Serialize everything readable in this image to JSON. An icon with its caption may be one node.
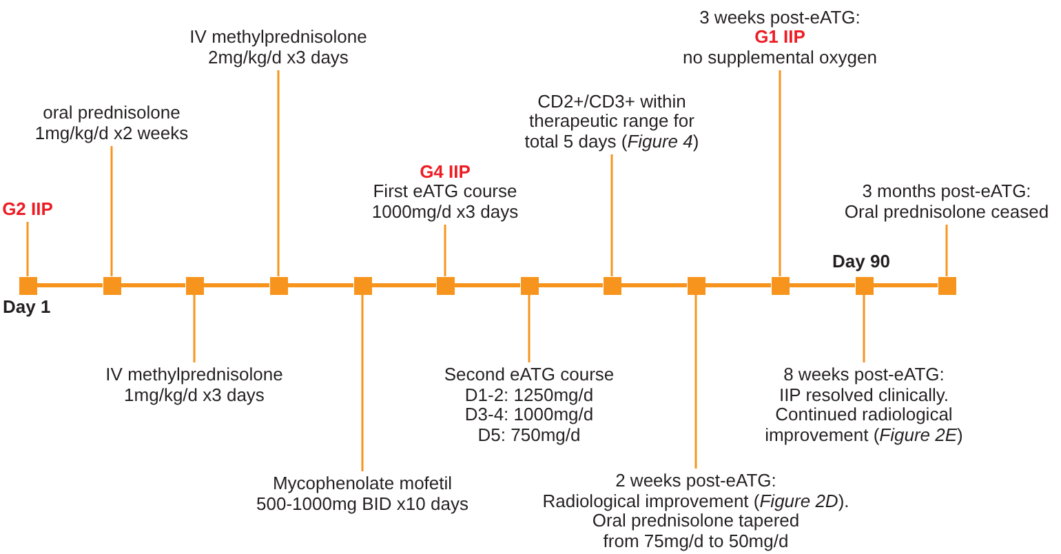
{
  "diagram": {
    "nodes": [
      {
        "text": [],
        "shape": "box",
        "beside": [
          "Day 1"
        ]
      },
      {
        "text": [],
        "shape": "box"
      },
      {
        "text": [],
        "shape": "box"
      },
      {
        "text": [],
        "shape": "box"
      },
      {
        "text": [],
        "shape": "box"
      },
      {
        "text": [],
        "shape": "box"
      },
      {
        "text": [],
        "shape": "box"
      },
      {
        "text": [],
        "shape": "box"
      },
      {
        "text": [],
        "shape": "box"
      },
      {
        "text": [],
        "shape": "box"
      },
      {
        "text": [],
        "shape": "box",
        "beside": [
          "Day 90"
        ]
      },
      {
        "text": [],
        "shape": "box"
      },
      {
        "text": [
          "**G2 IIP**"
        ]
      },
      {
        "text": [
          "oral prednisolone 1mg/kg/d x2 weeks"
        ]
      },
      {
        "text": [
          "IV methylprednisolone 1mg/kg/d x3 days"
        ]
      },
      {
        "text": [
          "IV methylprednisolone 2mg/kg/d x3 days"
        ]
      },
      {
        "text": [
          "Mycophenolate mofetil 500-1000mg BID x10 days"
        ]
      },
      {
        "text": [
          "**G4 IIP**",
          "First eATG course 1000mg/d x3 days"
        ]
      },
      {
        "text": [
          "Second eATG course",
          "D1-2: 1250mg/d",
          "D3-4: 1000mg/d",
          "D5: 750mg/d"
        ]
      },
      {
        "text": [
          "CD2+/CD3+ within therapeutic range for total 5 days (*Figure 4*)"
        ]
      },
      {
        "text": [
          "2 weeks post-eATG:",
          "Radiological improvement (*Figure 2D*).",
          "Oral prednisolone tapered from 75mg/d to 50mg/d"
        ]
      },
      {
        "text": [
          "3 weeks post-eATG:",
          "**G1 IIP**",
          "no supplemental oxygen"
        ]
      },
      {
        "text": [
          "8 weeks post-eATG:",
          "IIP resolved clinically.",
          "Continued radiological improvement (*Figure 2E*)"
        ]
      },
      {
        "text": [
          "3 months post-eATG:",
          "Oral prednisolone ceased"
        ]
      }
    ],
    "edges": [
      {
        "from": 12,
        "to": 0,
        "arrow": "none"
      },
      {
        "from": 13,
        "to": 1,
        "arrow": "none"
      },
      {
        "from": 14,
        "to": 2,
        "arrow": "none"
      },
      {
        "from": 15,
        "to": 3,
        "arrow": "none"
      },
      {
        "from": 16,
        "to": 4,
        "arrow": "none"
      },
      {
        "from": 17,
        "to": 5,
        "arrow": "none"
      },
      {
        "from": 18,
        "to": 6,
        "arrow": "none"
      },
      {
        "from": 19,
        "to": 7,
        "arrow": "none"
      },
      {
        "from": 20,
        "to": 8,
        "arrow": "none"
      },
      {
        "from": 21,
        "to": 9,
        "arrow": "none"
      },
      {
        "from": 22,
        "to": 10,
        "arrow": "none"
      },
      {
        "from": 23,
        "to": 11,
        "arrow": "none"
      },
      {
        "from": 0,
        "to": 1,
        "arrow": "none",
        "style": "thick"
      },
      {
        "from": 1,
        "to": 2,
        "arrow": "none",
        "style": "thick"
      },
      {
        "from": 2,
        "to": 3,
        "arrow": "none",
        "style": "thick"
      },
      {
        "from": 3,
        "to": 4,
        "arrow": "none",
        "style": "thick"
      },
      {
        "from": 4,
        "to": 5,
        "arrow": "none",
        "style": "thick"
      },
      {
        "from": 5,
        "to": 6,
        "arrow": "none",
        "style": "thick"
      },
      {
        "from": 6,
        "to": 7,
        "arrow": "none",
        "style": "thick"
      },
      {
        "from": 7,
        "to": 8,
        "arrow": "none",
        "style": "thick"
      },
      {
        "from": 8,
        "to": 9,
        "arrow": "none",
        "style": "thick"
      },
      {
        "from": 9,
        "to": 10,
        "arrow": "none",
        "style": "thick"
      },
      {
        "from": 10,
        "to": 11,
        "arrow": "none",
        "style": "thick"
      }
    ]
  }
}
